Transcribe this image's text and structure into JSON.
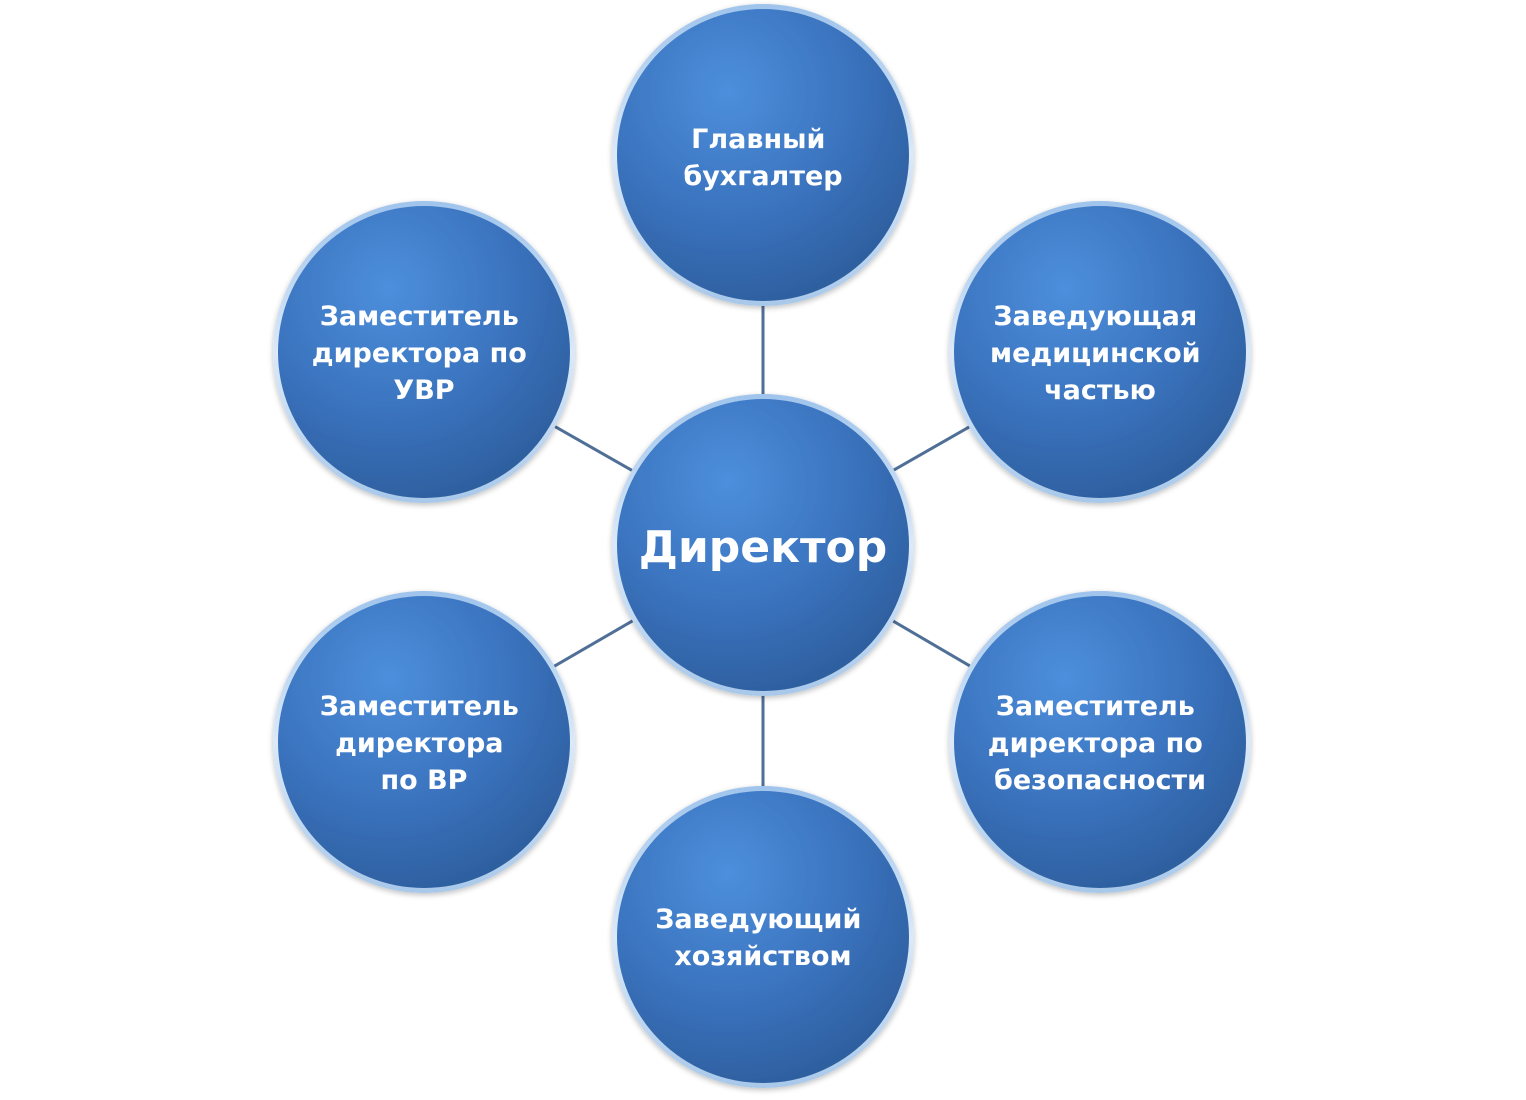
{
  "colors": {
    "node_fill_light": "#4a8ad6",
    "node_fill_dark": "#2f5f9c",
    "node_rim": "#c6dcf2",
    "connector": "#4f6f97",
    "label": "#ffffff"
  },
  "center": {
    "lines": [
      "Директор"
    ]
  },
  "nodes": [
    {
      "id": "chief-accountant",
      "lines": [
        "Главный",
        "бухгалтер"
      ]
    },
    {
      "id": "head-medical",
      "lines": [
        "Заведующая",
        "медицинской",
        "частью"
      ]
    },
    {
      "id": "deputy-security",
      "lines": [
        "Заместитель",
        "директора по",
        "безопасности"
      ]
    },
    {
      "id": "head-household",
      "lines": [
        "Заведующий",
        "хозяйством"
      ]
    },
    {
      "id": "deputy-vr",
      "lines": [
        "Заместитель",
        "директора",
        "по ВР"
      ]
    },
    {
      "id": "deputy-uvr",
      "lines": [
        "Заместитель",
        "директора по",
        "УВР"
      ]
    }
  ]
}
